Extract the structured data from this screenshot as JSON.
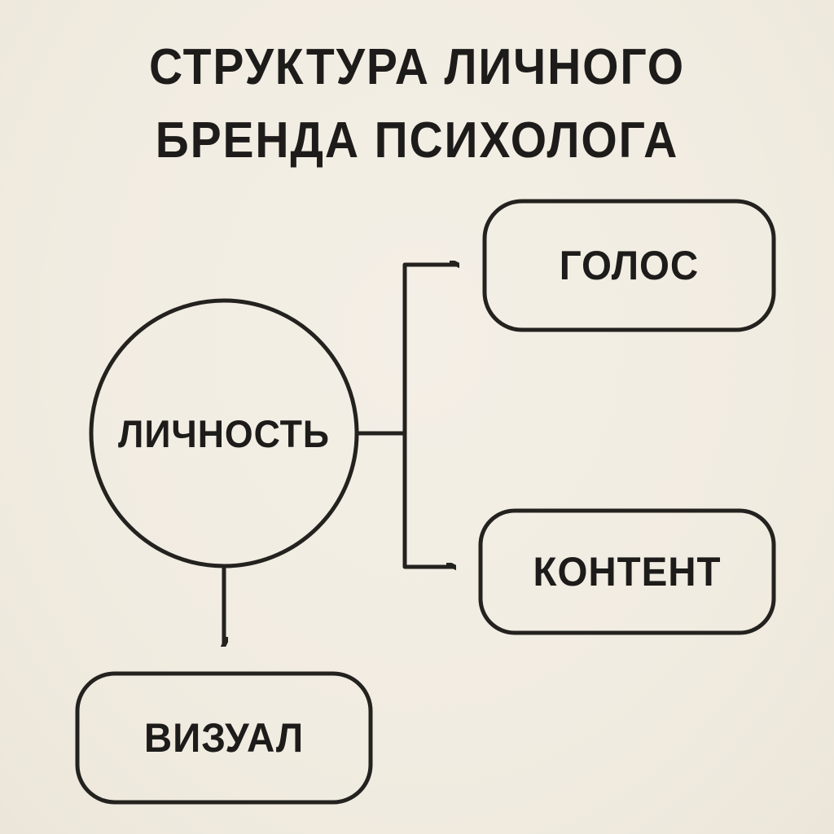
{
  "title": {
    "line1": "СТРУКТУРА ЛИЧНОГО",
    "line2": "БРЕНДА ПСИХОЛОГА"
  },
  "diagram": {
    "type": "flow",
    "nodes": {
      "personality": {
        "label": "ЛИЧНОСТЬ",
        "shape": "circle"
      },
      "voice": {
        "label": "ГОЛОС",
        "shape": "rounded-rect"
      },
      "content": {
        "label": "КОНТЕНТ",
        "shape": "rounded-rect"
      },
      "visual": {
        "label": "ВИЗУАЛ",
        "shape": "rounded-rect"
      }
    },
    "edges": [
      {
        "from": "ЛИЧНОСТЬ",
        "to": "ГОЛОС"
      },
      {
        "from": "ЛИЧНОСТЬ",
        "to": "КОНТЕНТ"
      },
      {
        "from": "ЛИЧНОСТЬ",
        "to": "ВИЗУАЛ"
      }
    ]
  },
  "colors": {
    "background": "#f1ece1",
    "stroke": "#23221f",
    "text": "#1d1c1a"
  }
}
